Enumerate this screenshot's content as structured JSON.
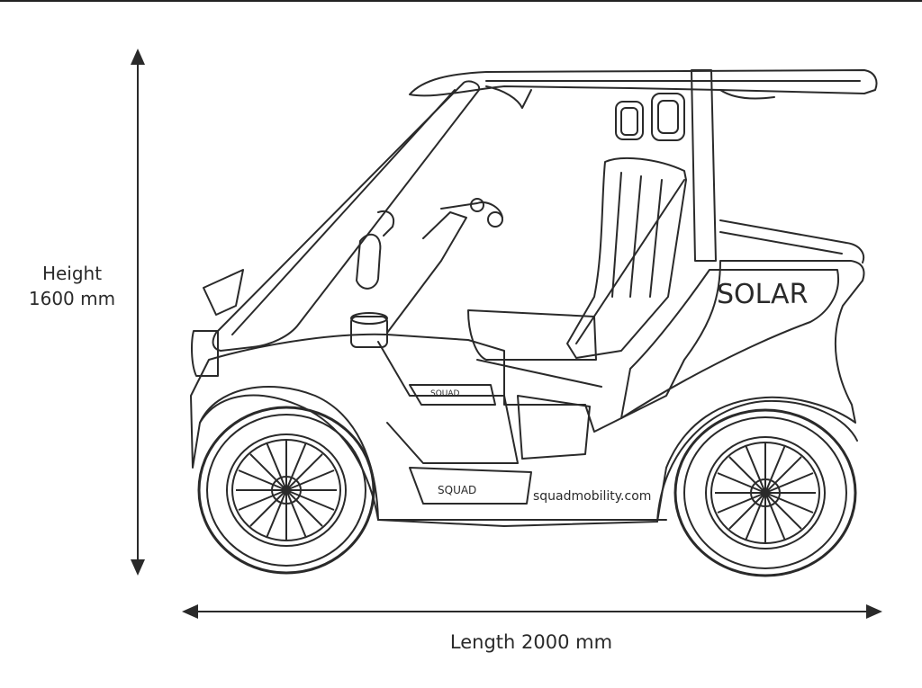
{
  "dimensions": {
    "height_label": "Height",
    "height_value": "1600 mm",
    "length_label": "Length 2000 mm"
  },
  "vehicle_text": {
    "side_panel": "SOLAR",
    "floor_badge": "SQUAD",
    "step_badge": "SQUAD",
    "website": "squadmobility.com"
  },
  "colors": {
    "line": "#2a2a2a",
    "background": "#ffffff"
  }
}
